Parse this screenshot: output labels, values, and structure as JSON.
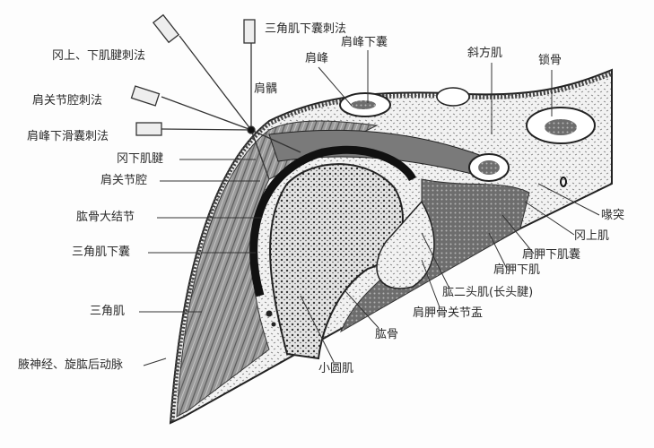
{
  "diagram": {
    "labels": {
      "deltoid_bursa_needling": "三角肌下囊刺法",
      "supra_infra_tendon_needling": "冈上、下肌腱刺法",
      "subacromial_bursa": "肩峰下囊",
      "acromion": "肩峰",
      "trapezius": "斜方肌",
      "clavicle": "锁骨",
      "jianyu_point": "肩髃",
      "joint_cavity_needling": "肩关节腔刺法",
      "subacromial_synovial_needling": "肩峰下滑囊刺法",
      "infraspinatus_tendon": "冈下肌腱",
      "joint_cavity": "肩关节腔",
      "greater_tubercle": "肱骨大结节",
      "subdeltoid_bursa": "三角肌下囊",
      "deltoid": "三角肌",
      "axillary_nerve_artery": "腋神经、旋肱后动脉",
      "coracoid": "喙突",
      "supraspinatus": "冈上肌",
      "subscapularis_bursa": "肩胛下肌囊",
      "subscapularis": "肩胛下肌",
      "biceps_long_head": "肱二头肌(长头腱)",
      "glenoid": "肩胛骨关节盂",
      "humerus": "肱骨",
      "teres_minor": "小圆肌"
    },
    "colors": {
      "ink": "#222222",
      "muscle": "#8a8a8a",
      "bone": "#d8d8d8",
      "paper": "#fdfdfd"
    }
  }
}
